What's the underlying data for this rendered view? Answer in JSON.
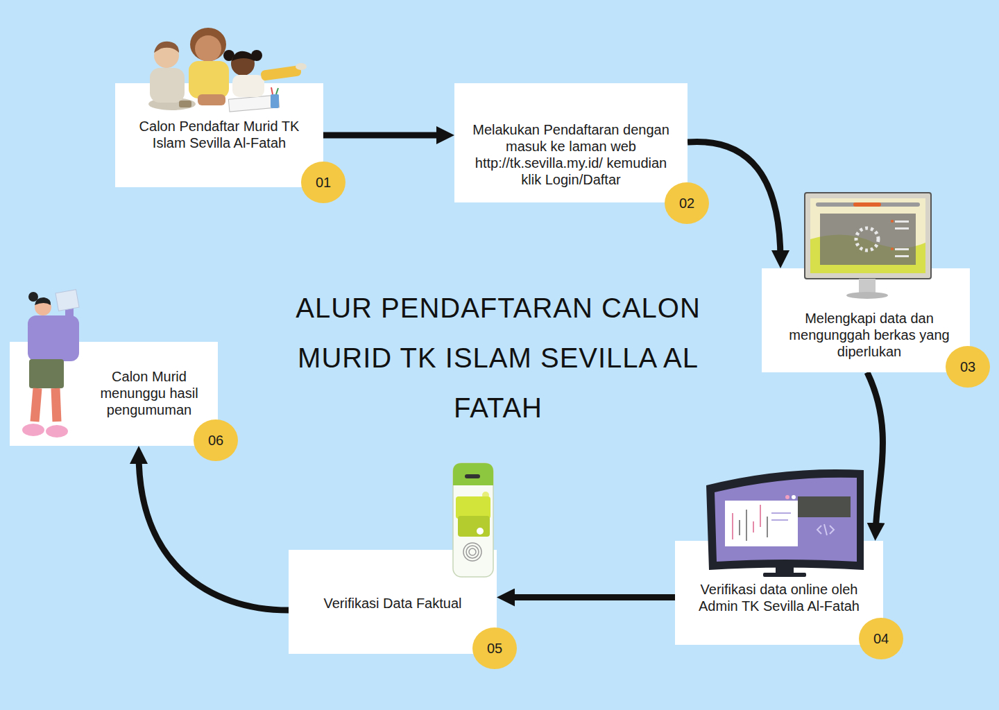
{
  "diagram": {
    "title": "ALUR PENDAFTARAN CALON MURID TK ISLAM SEVILLA AL FATAH",
    "nodes": [
      {
        "text": [
          "Calon Pendaftar Murid TK Islam Sevilla Al-Fatah"
        ]
      },
      {
        "text": [
          "01"
        ],
        "in": 0
      },
      {
        "text": [
          "Melakukan Pendaftaran dengan masuk ke laman web http://tk.sevilla.my.id/ kemudian klik Login/Daftar"
        ]
      },
      {
        "text": [
          "02"
        ],
        "in": 2
      },
      {
        "text": [
          "Melengkapi data dan mengunggah berkas yang diperlukan"
        ]
      },
      {
        "text": [
          "03"
        ],
        "in": 4
      },
      {
        "text": [
          "Verifikasi data online oleh Admin TK Sevilla Al-Fatah"
        ]
      },
      {
        "text": [
          "04"
        ],
        "in": 6
      },
      {
        "text": [
          "Verifikasi Data Faktual"
        ]
      },
      {
        "text": [
          "05"
        ],
        "in": 8
      },
      {
        "text": [
          "Calon Murid menunggu hasil pengumuman"
        ]
      },
      {
        "text": [
          "06"
        ],
        "in": 10
      }
    ],
    "edges": [
      {
        "from": 0,
        "to": 2,
        "arrow": "to"
      },
      {
        "from": 2,
        "to": 4,
        "arrow": "to"
      },
      {
        "from": 4,
        "to": 6,
        "arrow": "to"
      },
      {
        "from": 6,
        "to": 8,
        "arrow": "to"
      },
      {
        "from": 8,
        "to": 10,
        "arrow": "to"
      }
    ]
  }
}
